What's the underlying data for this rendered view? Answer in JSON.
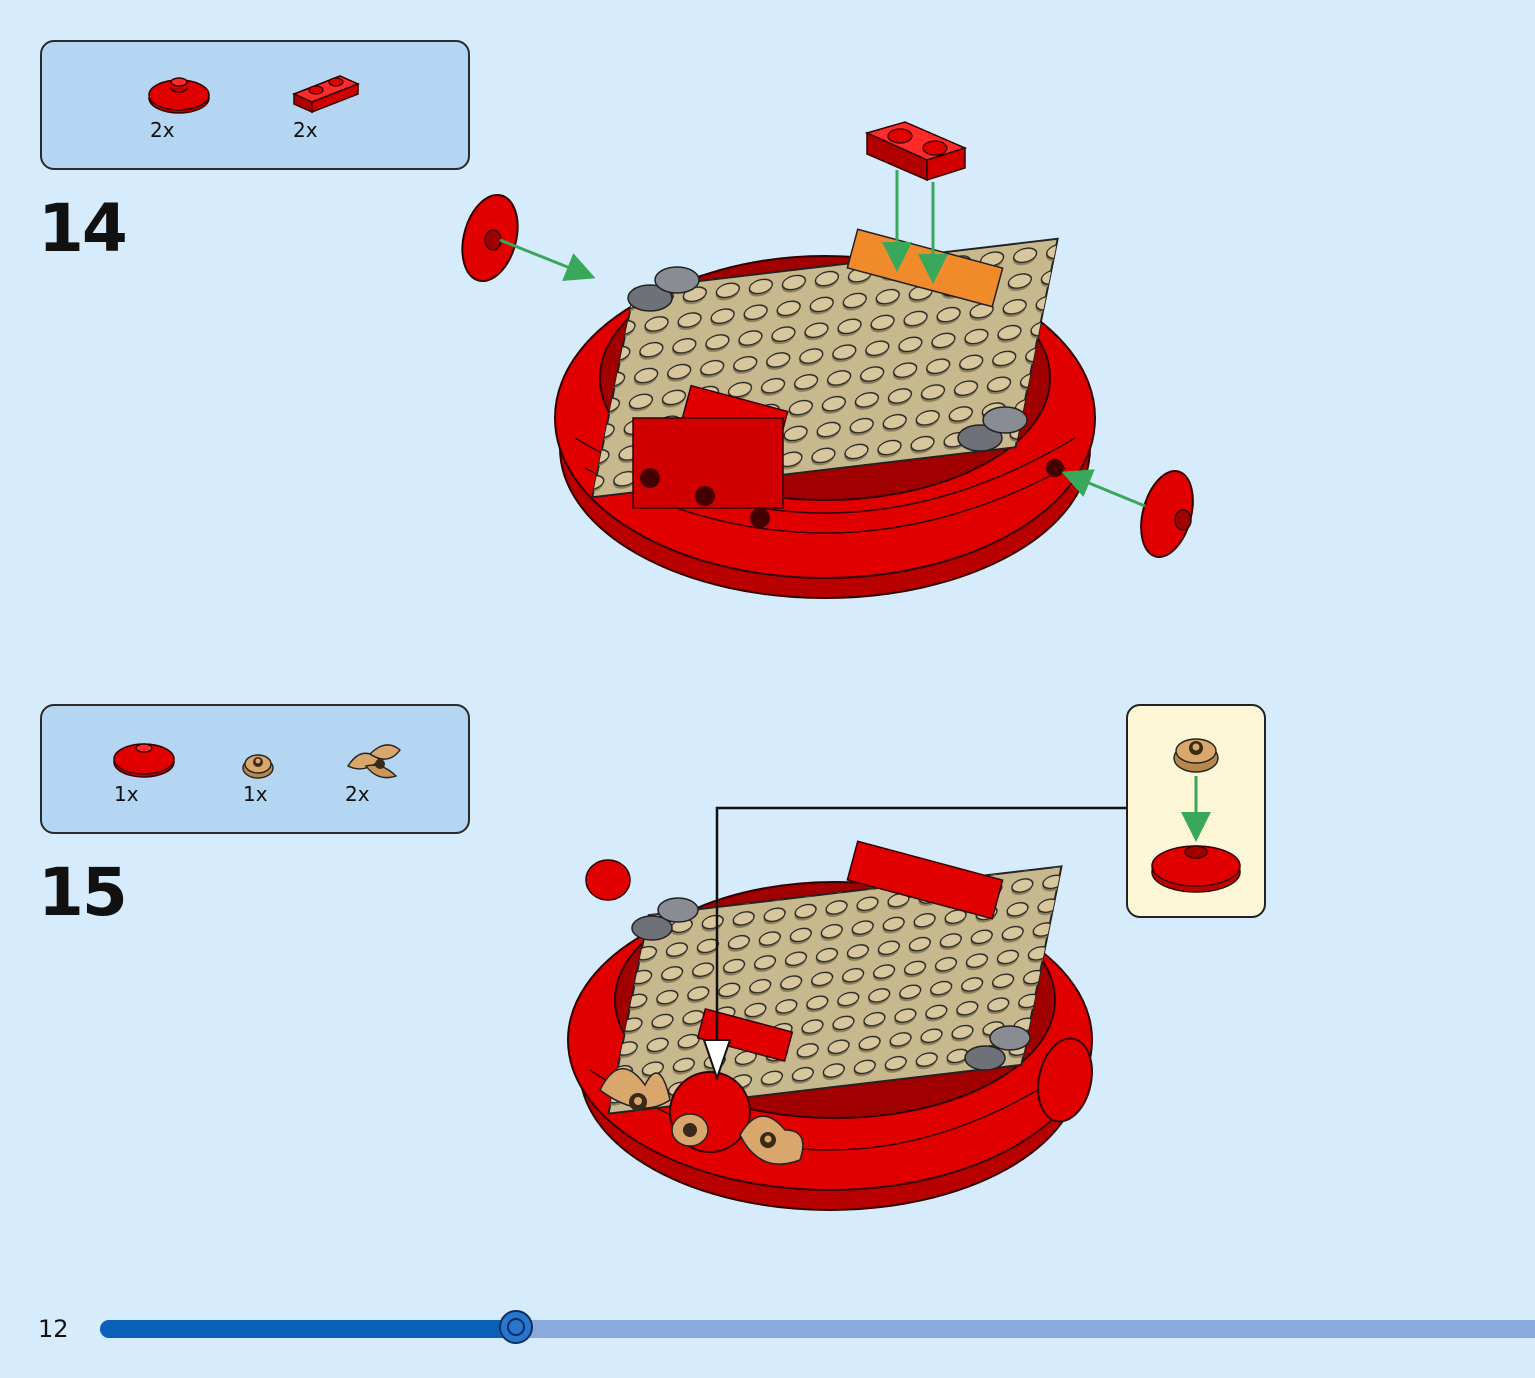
{
  "steps": [
    {
      "number": "14",
      "parts": [
        {
          "name": "red-round-plate",
          "qty": "2x",
          "color": "#e00000"
        },
        {
          "name": "red-plate-1x2",
          "qty": "2x",
          "color": "#e00000"
        }
      ]
    },
    {
      "number": "15",
      "parts": [
        {
          "name": "red-round-plate",
          "qty": "1x",
          "color": "#e00000"
        },
        {
          "name": "tan-flower",
          "qty": "1x",
          "color": "#d9a66b"
        },
        {
          "name": "gold-leaf-pair",
          "qty": "2x",
          "color": "#d9a66b"
        }
      ]
    }
  ],
  "page": {
    "number": "12",
    "progress": 0.29
  },
  "colors": {
    "background": "#d6ebfb",
    "parts_box": "#b4d6f3",
    "callout": "#fdf7d8",
    "brick_red": "#e00000",
    "tan": "#d8c79d",
    "arrow_green": "#3aa85b",
    "progress_fill": "#0860b8",
    "progress_track": "#8aa9dc"
  }
}
